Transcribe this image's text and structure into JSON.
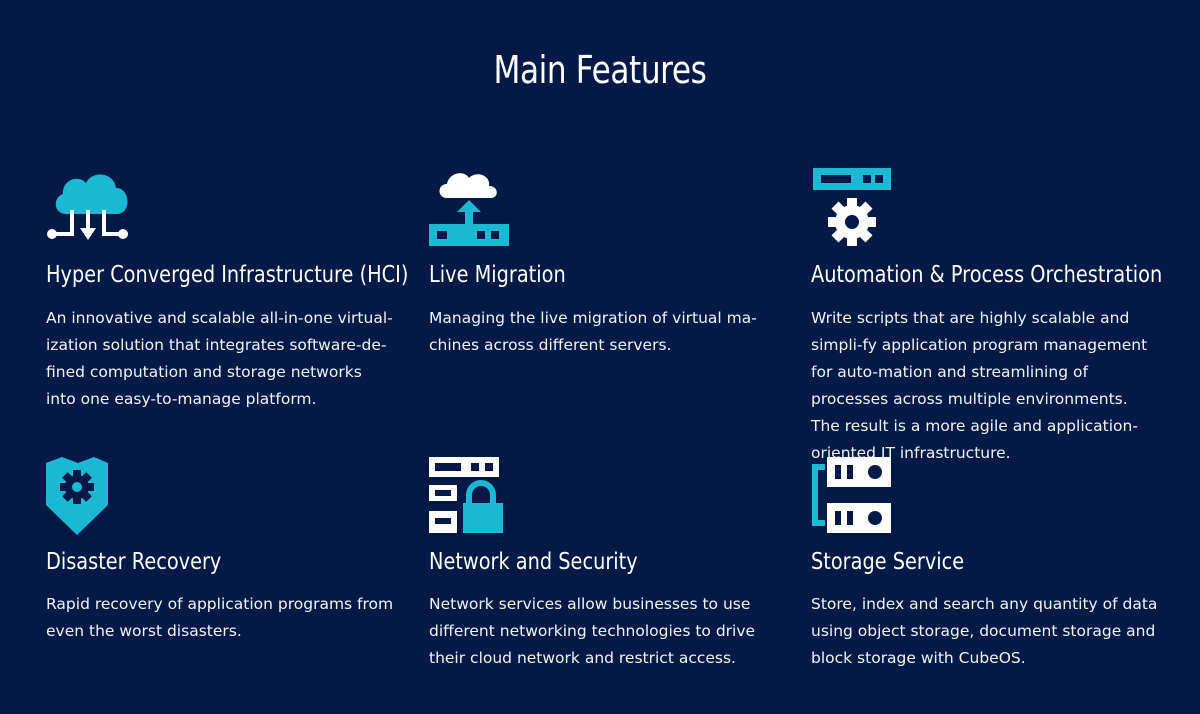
{
  "title": "Main Features",
  "colors": {
    "background": "#021a45",
    "accent": "#1cb8d4",
    "white": "#ffffff"
  },
  "features": [
    {
      "title": "Hyper Converged Infrastructure (HCI)",
      "description": "An innovative and scalable all-in-one virtual-ization solution that integrates software-de-fined computation and storage networks into one easy-to-manage platform.",
      "icon": "cloud-network-icon"
    },
    {
      "title": "Live Migration",
      "description": "Managing the live migration of virtual ma-chines across different servers.",
      "icon": "cloud-upload-server-icon"
    },
    {
      "title": "Automation & Process Orchestration",
      "description": "Write scripts that are highly scalable and simpli-fy application program management for auto-mation and streamlining of processes across multiple environments. The result is a more agile and application-oriented IT infrastructure.",
      "icon": "server-gear-icon"
    },
    {
      "title": "Disaster Recovery",
      "description": "Rapid recovery of application programs from even the worst disasters.",
      "icon": "shield-gear-icon"
    },
    {
      "title": "Network and Security",
      "description": "Network services allow businesses to use different networking technologies to drive their cloud network and restrict access.",
      "icon": "server-lock-icon"
    },
    {
      "title": "Storage Service",
      "description": "Store, index and search any quantity of data using object storage, document storage and block storage with CubeOS.",
      "icon": "storage-servers-icon"
    }
  ]
}
